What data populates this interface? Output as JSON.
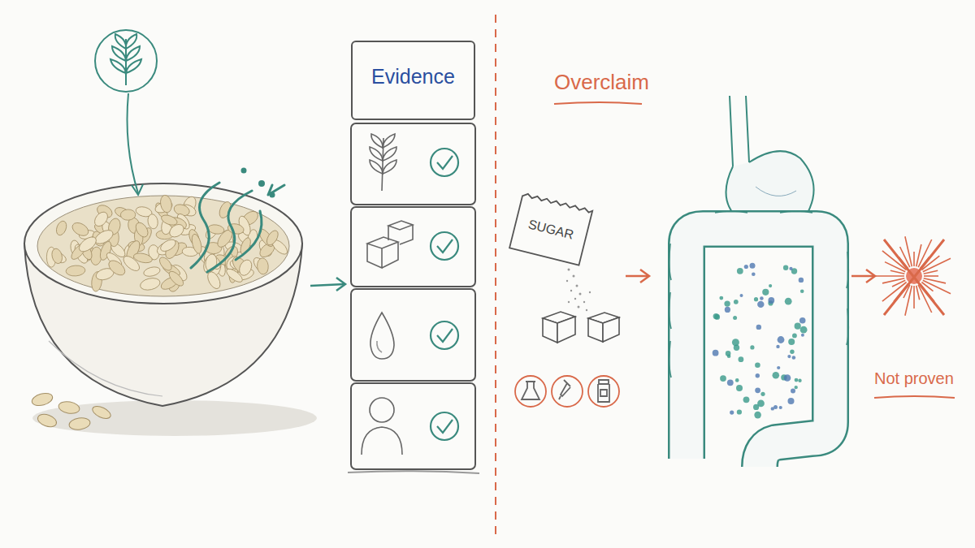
{
  "diagram": {
    "nodes": [
      {
        "text": [
          "Evidence"
        ]
      },
      {
        "text": [
          "SUGAR"
        ]
      }
    ],
    "labels": [
      "Overclaim",
      "Not proven"
    ]
  }
}
